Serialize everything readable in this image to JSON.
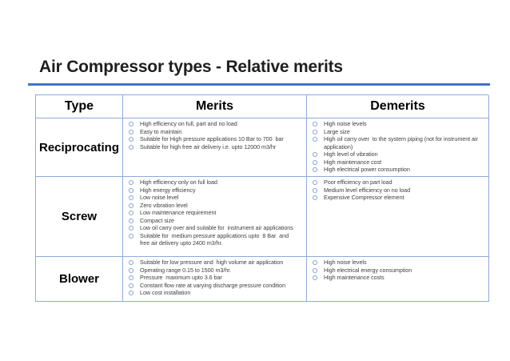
{
  "slide": {
    "title": "Air Compressor types - Relative merits"
  },
  "colors": {
    "title_text": "#1f1f1f",
    "title_rule": "#4472C4",
    "table_border": "#8EAADB",
    "bullet_icon": "#7FA3D7",
    "body_text": "#3F3F3F"
  },
  "table": {
    "headers": {
      "type": "Type",
      "merits": "Merits",
      "demerits": "Demerits"
    },
    "rows": [
      {
        "type": "Reciprocating",
        "merits": [
          "High efficiency on full, part and no load",
          "Easy to maintain",
          "Suitable for High pressure applications 10 Bar to 700  bar",
          "Suitable for high free air delivery i.e. upto 12000 m3/hr"
        ],
        "demerits": [
          "High noise levels",
          "Large size",
          "High oil carry over  to the system piping (not for instrument air application)",
          "High level of vibration",
          "High maintenance cost",
          "High electrical power consumption"
        ]
      },
      {
        "type": "Screw",
        "merits": [
          "High efficiency only on full load",
          "High energy efficiency",
          "Low noise level",
          "Zero vibration level",
          "Low maintenance requirement",
          "Compact size",
          "Low oil carry over and suitable for  instrument air applications",
          "Suitable for  medium pressure applications upto  8 Bar  and free air delivery upto 2400 m3/hr."
        ],
        "demerits": [
          "Poor efficiency on part load",
          "Medium level efficiency on no load",
          "Expensive Compressor element"
        ]
      },
      {
        "type": "Blower",
        "merits": [
          "Suitable for low pressure and  high volume air application",
          "Operating range 0.15 to 1500 m3/hr.",
          "Pressure  maximum upto 3.6 bar",
          "Constant flow rate at varying discharge pressure condition",
          "Low cost installation"
        ],
        "demerits": [
          "High noise levels",
          "High electrical energy consumption",
          "High maintenance costs"
        ]
      }
    ]
  }
}
